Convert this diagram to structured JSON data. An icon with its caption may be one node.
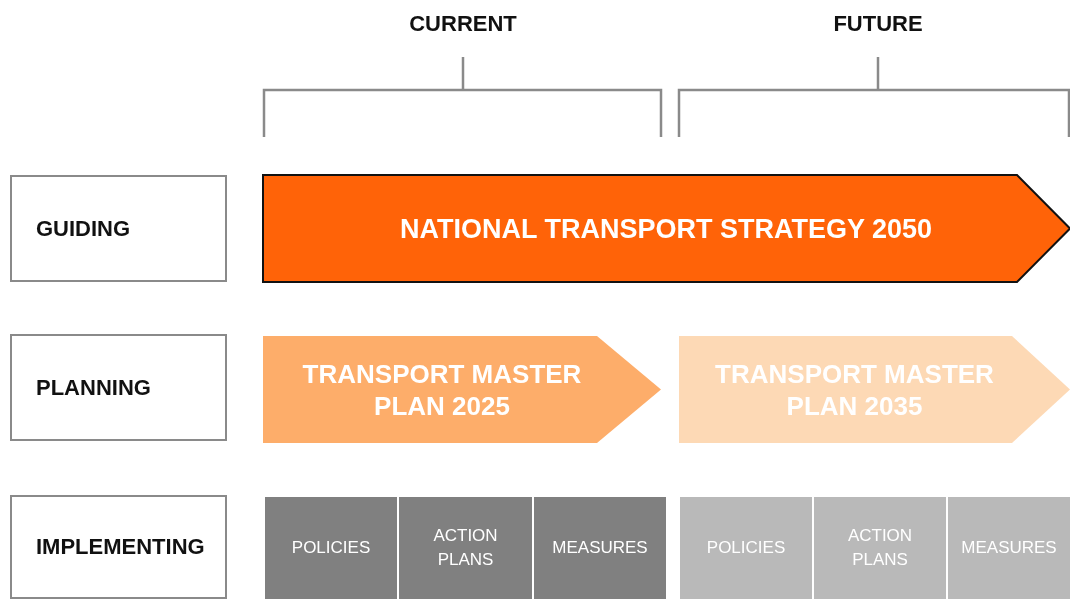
{
  "diagram": {
    "nodes": [
      {
        "text": [
          "GUIDING"
        ]
      },
      {
        "text": [
          "PLANNING"
        ]
      },
      {
        "text": [
          "IMPLEMENTING"
        ]
      },
      {
        "text": [
          "NATIONAL TRANSPORT STRATEGY 2050"
        ]
      },
      {
        "text": [
          "TRANSPORT MASTER PLAN 2025"
        ]
      },
      {
        "text": [
          "TRANSPORT MASTER PLAN 2035"
        ]
      },
      {
        "text": [
          "POLICIES"
        ]
      },
      {
        "text": [
          "ACTION PLANS"
        ]
      },
      {
        "text": [
          "MEASURES"
        ]
      },
      {
        "text": [
          "POLICIES"
        ]
      },
      {
        "text": [
          "ACTION PLANS"
        ]
      },
      {
        "text": [
          "MEASURES"
        ]
      }
    ],
    "labels": [
      "CURRENT",
      "FUTURE"
    ]
  }
}
